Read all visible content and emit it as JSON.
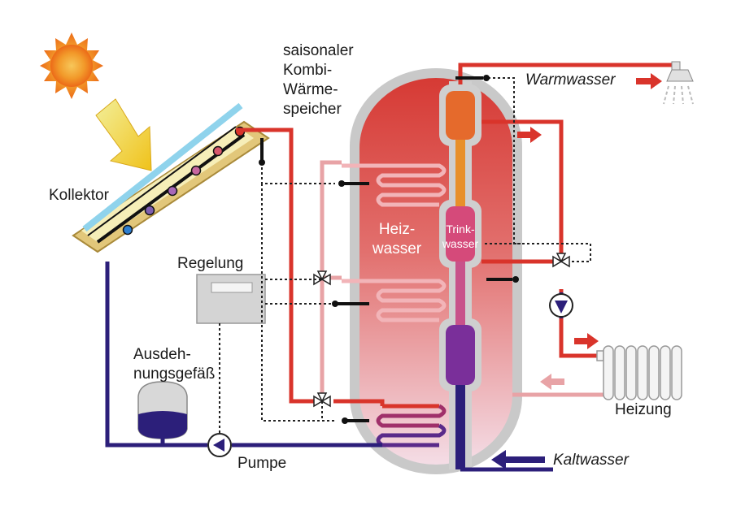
{
  "labels": {
    "storage_line1": "saisonaler",
    "storage_line2": "Kombi-",
    "storage_line3": "Wärme-",
    "storage_line4": "speicher",
    "collector": "Kollektor",
    "controller": "Regelung",
    "expansion_line1": "Ausdeh-",
    "expansion_line2": "nungsgefäß",
    "pump": "Pumpe",
    "heating_water_line1": "Heiz-",
    "heating_water_line2": "wasser",
    "drinking_water_line1": "Trink-",
    "drinking_water_line2": "wasser",
    "hot_water": "Warmwasser",
    "heating": "Heizung",
    "cold_water": "Kaltwasser"
  },
  "colors": {
    "hot_pipe": "#d9342b",
    "warm_pipe": "#e8a3a6",
    "cold_pipe": "#2c1f7a",
    "tank_shell": "#c9c9c9",
    "sun": "#f07a1a",
    "collector_frame": "#e2c77a",
    "drinking_hot": "#e07a2a"
  }
}
